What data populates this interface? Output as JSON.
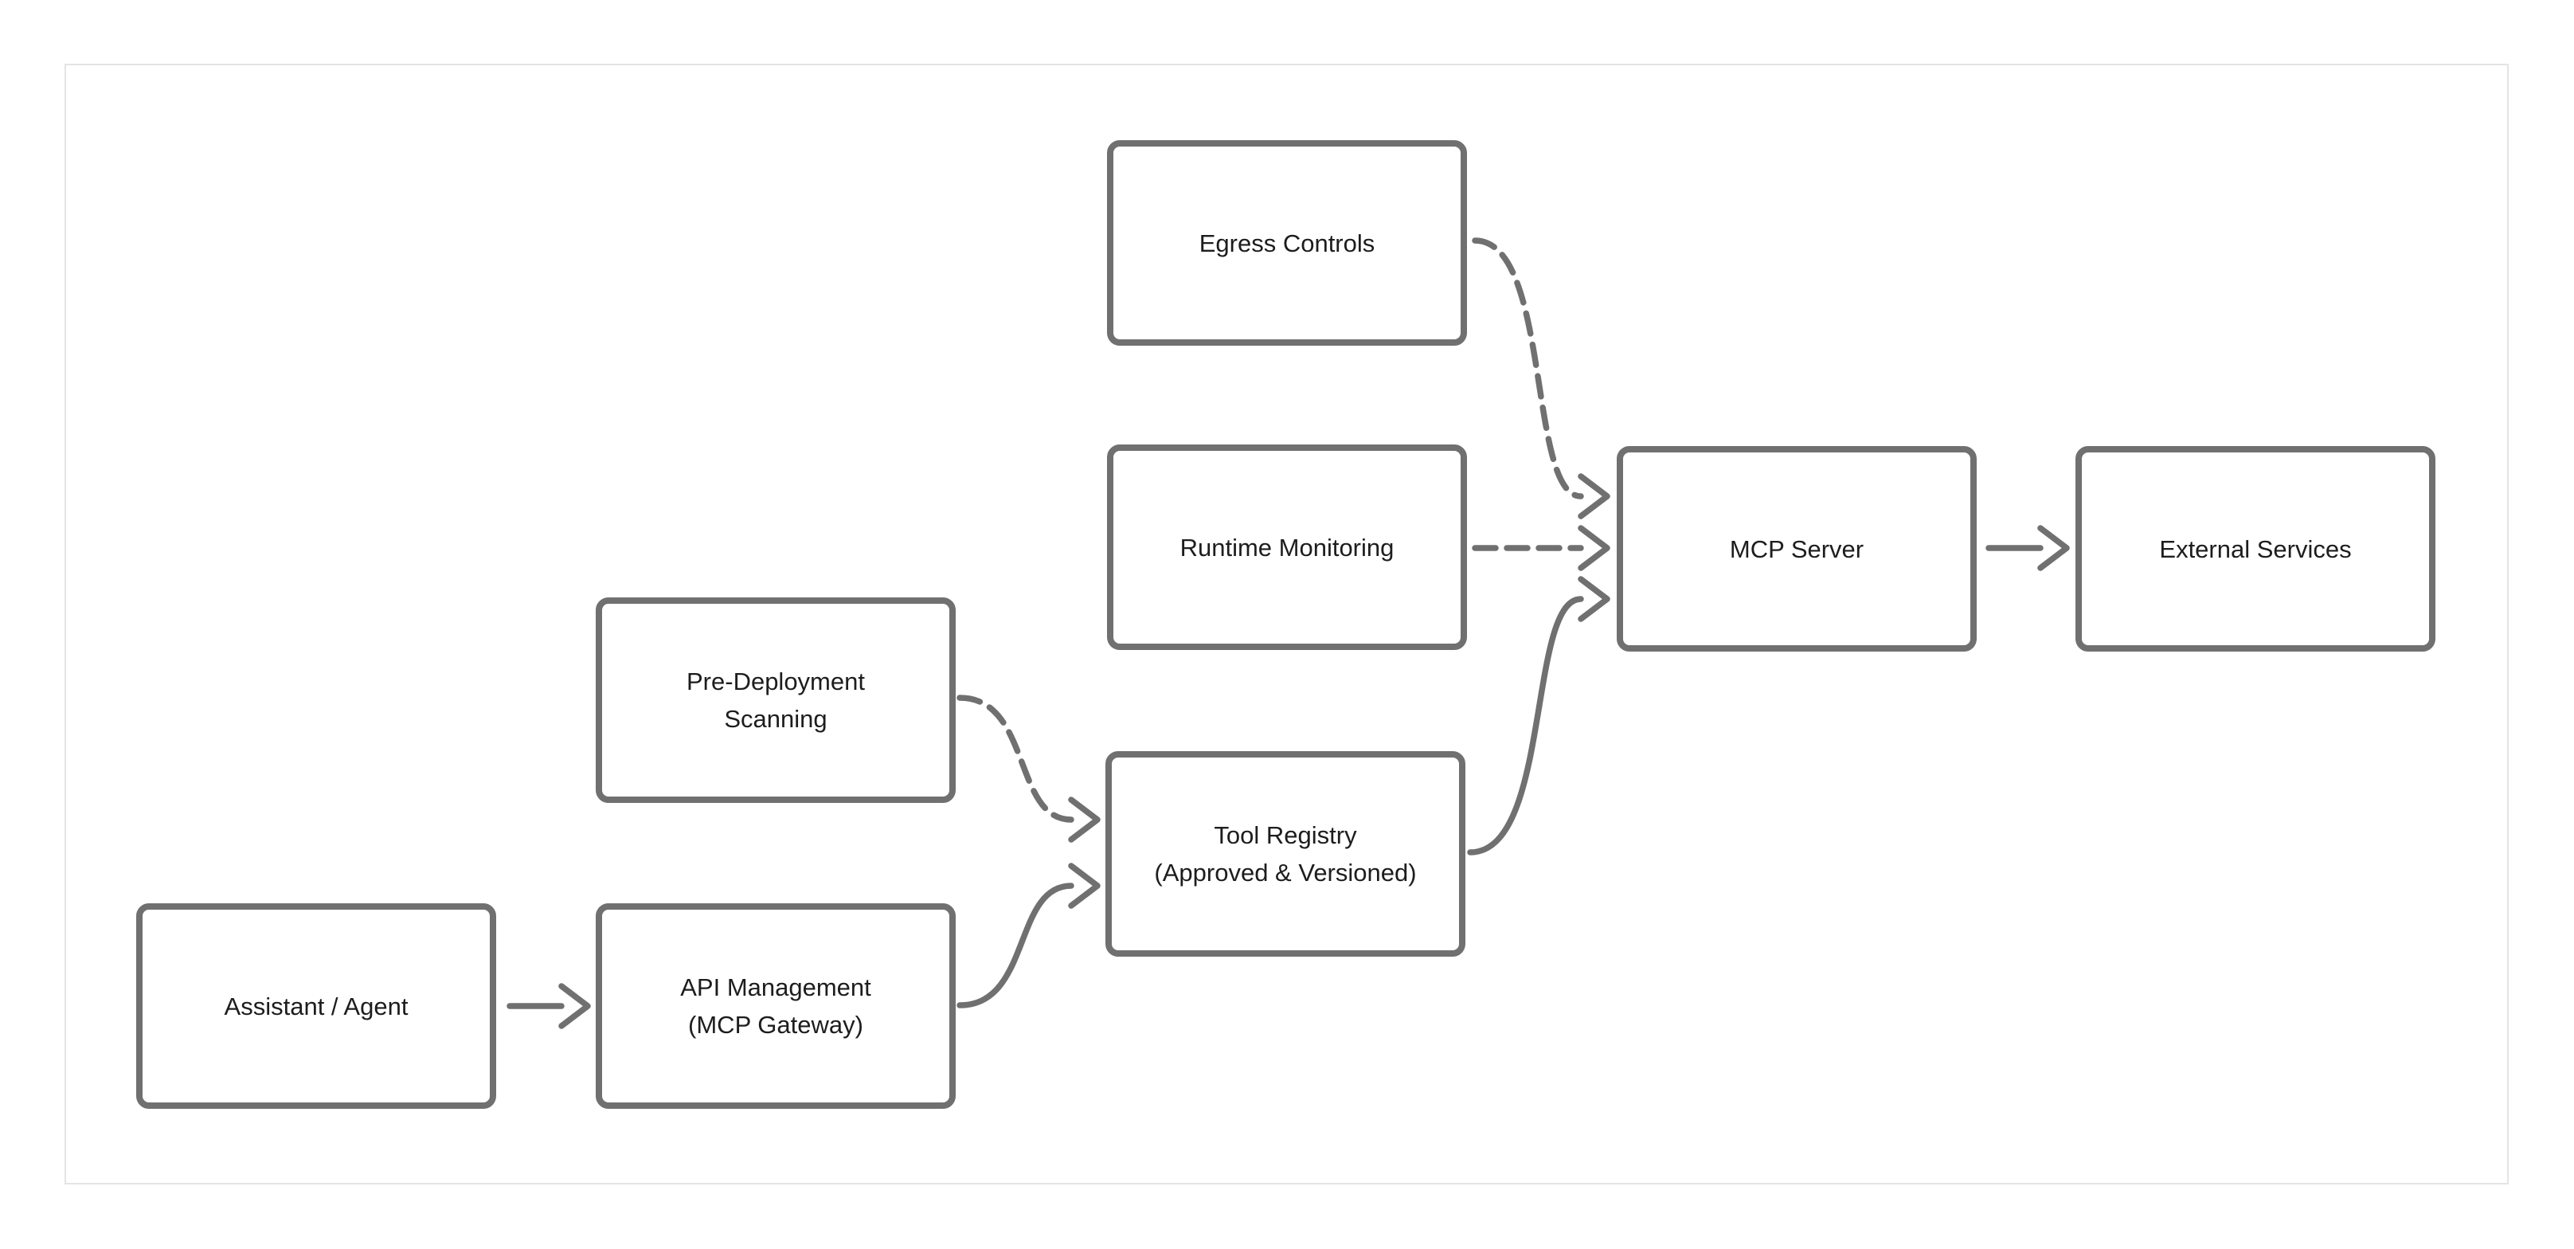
{
  "canvas": {
    "background": "#ffffff",
    "border_color": "#e4e4e4"
  },
  "theme": {
    "node_border_color": "#707070",
    "edge_color": "#707070",
    "text_color": "#1d1d1d",
    "node_fill": "#ffffff"
  },
  "diagram": {
    "nodes": {
      "egress": {
        "label": "Egress Controls"
      },
      "runtime": {
        "label": "Runtime Monitoring"
      },
      "predeploy": {
        "label": "Pre-Deployment\nScanning"
      },
      "registry": {
        "label": "Tool Registry\n(Approved & Versioned)"
      },
      "assistant": {
        "label": "Assistant / Agent"
      },
      "api": {
        "label": "API Management\n(MCP Gateway)"
      },
      "mcp": {
        "label": "MCP Server"
      },
      "external": {
        "label": "External Services"
      }
    },
    "edges": [
      {
        "from": "Assistant / Agent",
        "to": "API Management (MCP Gateway)",
        "style": "solid"
      },
      {
        "from": "API Management (MCP Gateway)",
        "to": "Tool Registry (Approved & Versioned)",
        "style": "solid"
      },
      {
        "from": "Pre-Deployment Scanning",
        "to": "Tool Registry (Approved & Versioned)",
        "style": "dashed"
      },
      {
        "from": "Tool Registry (Approved & Versioned)",
        "to": "MCP Server",
        "style": "solid"
      },
      {
        "from": "Runtime Monitoring",
        "to": "MCP Server",
        "style": "dashed"
      },
      {
        "from": "Egress Controls",
        "to": "MCP Server",
        "style": "dashed"
      },
      {
        "from": "MCP Server",
        "to": "External Services",
        "style": "solid"
      }
    ]
  }
}
